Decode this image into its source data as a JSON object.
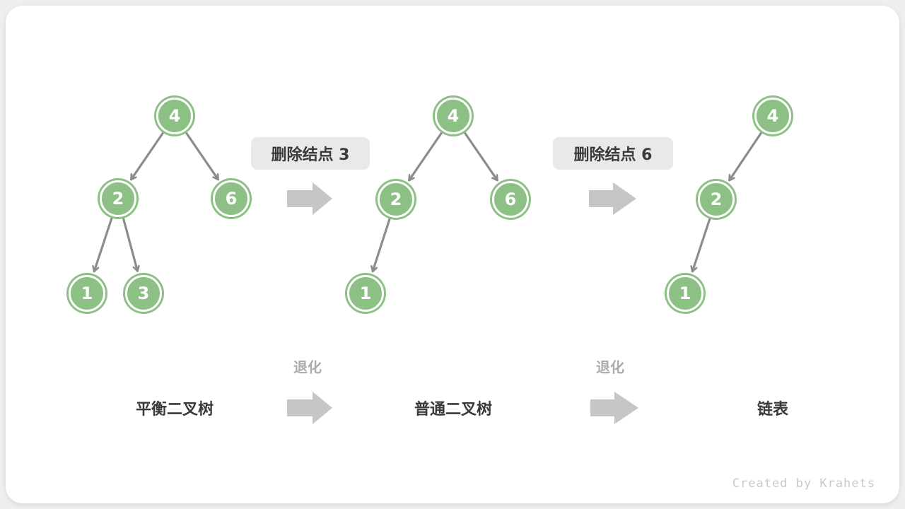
{
  "diagram": {
    "title_semantic": "binary-search-tree-degradation",
    "degrade_label": "退化",
    "watermark": "Created by Krahets",
    "colors": {
      "node_fill": "#8cc084",
      "edge": "#8c8c8c",
      "block_arrow": "#c6c6c6",
      "op_box_bg": "#e9e9e9",
      "text_dark": "#3a3a3a",
      "text_gray": "#ababab",
      "watermark": "#c9c9c9",
      "card_bg": "#ffffff",
      "page_bg": "#efefef"
    },
    "transitions": [
      {
        "label": "删除结点 3"
      },
      {
        "label": "删除结点 6"
      }
    ],
    "trees": [
      {
        "label": "平衡二叉树",
        "nodes": [
          {
            "value": "4"
          },
          {
            "value": "2"
          },
          {
            "value": "6"
          },
          {
            "value": "1"
          },
          {
            "value": "3"
          }
        ],
        "edges": [
          [
            "4",
            "2"
          ],
          [
            "4",
            "6"
          ],
          [
            "2",
            "1"
          ],
          [
            "2",
            "3"
          ]
        ]
      },
      {
        "label": "普通二叉树",
        "nodes": [
          {
            "value": "4"
          },
          {
            "value": "2"
          },
          {
            "value": "6"
          },
          {
            "value": "1"
          }
        ],
        "edges": [
          [
            "4",
            "2"
          ],
          [
            "4",
            "6"
          ],
          [
            "2",
            "1"
          ]
        ]
      },
      {
        "label": "链表",
        "nodes": [
          {
            "value": "4"
          },
          {
            "value": "2"
          },
          {
            "value": "1"
          }
        ],
        "edges": [
          [
            "4",
            "2"
          ],
          [
            "2",
            "1"
          ]
        ]
      }
    ]
  }
}
